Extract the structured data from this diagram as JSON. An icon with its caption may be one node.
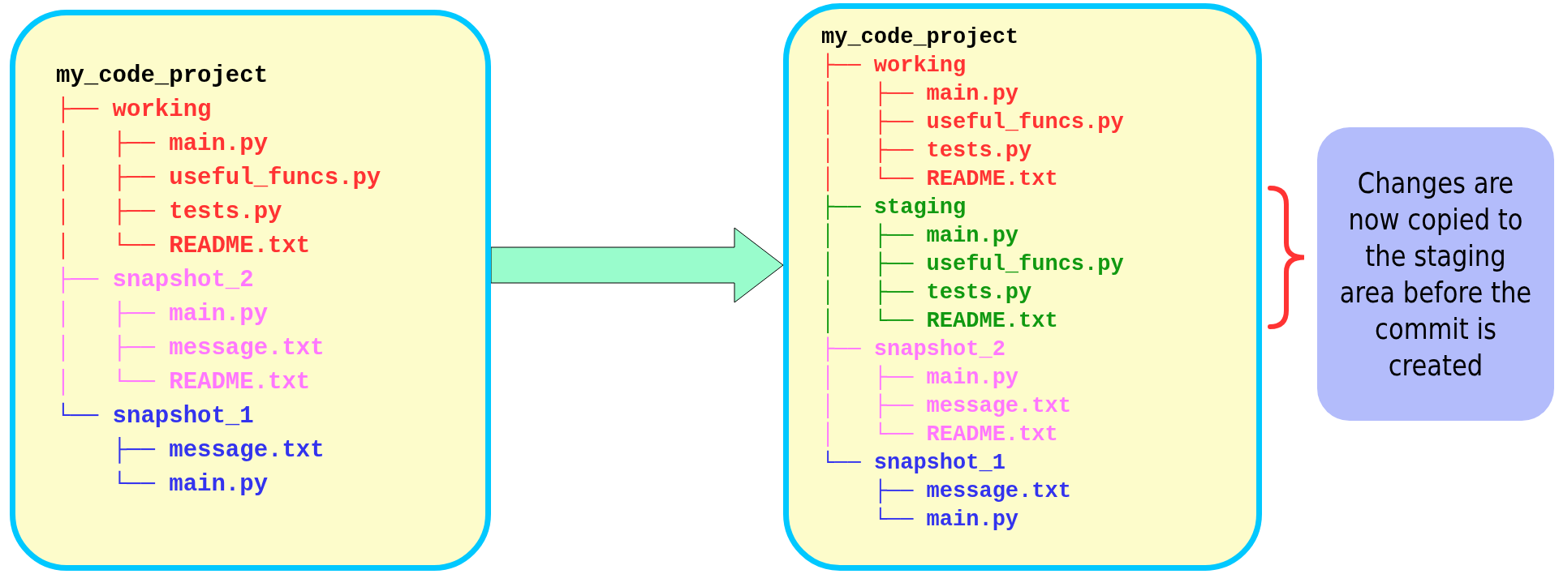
{
  "diagram": {
    "nodes": [
      {
        "text": [
          "my_code_project",
          "├── working",
          "│   ├── main.py",
          "│   ├── useful_funcs.py",
          "│   ├── tests.py",
          "│   └── README.txt",
          "├── snapshot_2",
          "│   ├── main.py",
          "│   ├── message.txt",
          "│   └── README.txt",
          "└── snapshot_1",
          "    ├── message.txt",
          "    └── main.py"
        ]
      },
      {
        "text": [
          "my_code_project",
          "├── working",
          "│   ├── main.py",
          "│   ├── useful_funcs.py",
          "│   ├── tests.py",
          "│   └── README.txt",
          "├── staging",
          "│   ├── main.py",
          "│   ├── useful_funcs.py",
          "│   ├── tests.py",
          "│   └── README.txt",
          "├── snapshot_2",
          "│   ├── main.py",
          "│   ├── message.txt",
          "│   └── README.txt",
          "└── snapshot_1",
          "    ├── message.txt",
          "    └── main.py"
        ]
      },
      {
        "text": [
          "Changes are now copied to the staging area before the commit is created"
        ]
      }
    ],
    "edges": [
      {
        "from": 0,
        "to": 1,
        "arrow": "to"
      }
    ]
  }
}
